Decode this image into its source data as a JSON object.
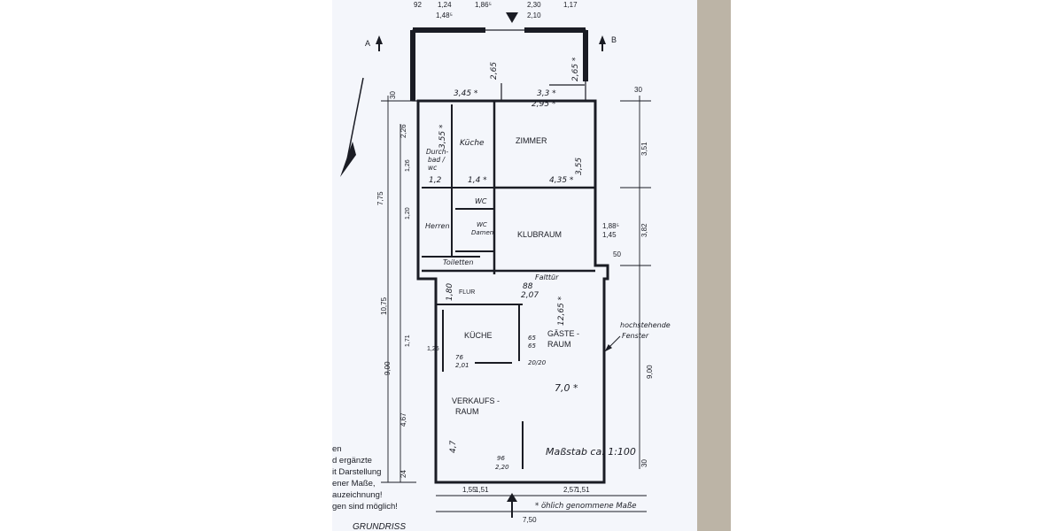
{
  "plan": {
    "title": "GRUNDRISS",
    "scale": "Maßstab ca. 1:100",
    "footnote": "* öhlich genommene Maße",
    "windows_note": [
      "hochstehende",
      "Fenster"
    ],
    "section_a": "A",
    "section_b": "B"
  },
  "rooms": {
    "zimmer": "ZIMMER",
    "kueche_top": "Küche",
    "durchgang": [
      "Durch-",
      "bad /",
      "wc"
    ],
    "wc_top": "WC",
    "wc_damen": [
      "WC",
      "Damen"
    ],
    "herren": "Herren",
    "toiletten": "Toiletten",
    "klubraum": "KLUBRAUM",
    "falttuer": "Falttür",
    "flur": "FLUR",
    "kueche": "KÜCHE",
    "gaeste": [
      "GÄSTE -",
      "RAUM"
    ],
    "verkauf": [
      "VERKAUFS -",
      "RAUM"
    ]
  },
  "dimensions": {
    "top_row1": [
      "92",
      "1,24",
      "1,86⁵",
      "2,30",
      "1,17"
    ],
    "top_row2": [
      "1,48⁵",
      "2,10"
    ],
    "terrace_w": "3,45 *",
    "terrace_h1": "2,65",
    "terrace_h2": "2,65 *",
    "terrace_r1": "3,3 *",
    "terrace_r2": "2,95 *",
    "zimmer_w": "4,35 *",
    "zimmer_h": "3,55",
    "kueche_h": "3,55 *",
    "door_w1": "1,2",
    "door_w2": "1,4 *",
    "flur_a": "1,80",
    "flur_b": "88",
    "flur_c": "2,07",
    "gaeste_h": "12,65 *",
    "gaeste_w": "7,0 *",
    "kueche_dim1": "65",
    "kueche_dim2": "65",
    "kueche_dim3": "20/20",
    "kueche_dim4": "76",
    "kueche_dim5": "2,01",
    "verkauf_h": "4,7",
    "bottom_door": [
      "96",
      "2,20"
    ],
    "bottom_row": [
      "1,55",
      "1,51",
      "2,57",
      "1,51"
    ],
    "total_w": "7,50",
    "right_dims": [
      "30",
      "3,51",
      "3,82",
      "1,88⁵",
      "1,45",
      "50",
      "9,00",
      "30"
    ],
    "left_dims": [
      "30",
      "2,26",
      "7,75",
      "10,75",
      "9,00",
      "4,67",
      "24"
    ],
    "left_small": [
      "1,26",
      "1,20",
      "1,71",
      "1,26"
    ]
  },
  "notes": [
    "en",
    "d ergänzte",
    "it Darstellung",
    "ener Maße,",
    "auzeichnung!",
    "gen sind möglich!"
  ]
}
